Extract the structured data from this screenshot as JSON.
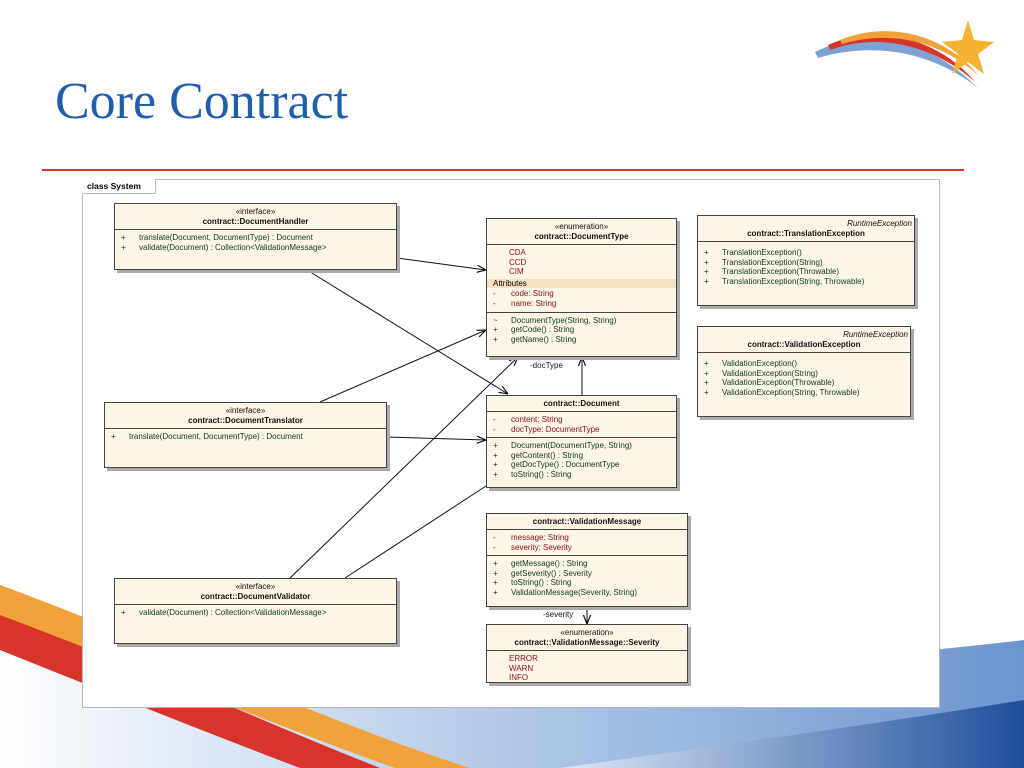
{
  "slide": {
    "title": "Core Contract"
  },
  "frame": {
    "label": "class System"
  },
  "classes": {
    "handler": {
      "stereotype": "«interface»",
      "name": "contract::DocumentHandler",
      "operations": [
        "translate(Document, DocumentType) : Document",
        "validate(Document) : Collection<ValidationMessage>"
      ]
    },
    "translator": {
      "stereotype": "«interface»",
      "name": "contract::DocumentTranslator",
      "operations": [
        "translate(Document, DocumentType) : Document"
      ]
    },
    "validator": {
      "stereotype": "«interface»",
      "name": "contract::DocumentValidator",
      "operations": [
        "validate(Document) : Collection<ValidationMessage>"
      ]
    },
    "doctype": {
      "stereotype": "«enumeration»",
      "name": "contract::DocumentType",
      "literals": [
        "CDA",
        "CCD",
        "CIM"
      ],
      "attributes_heading": "Attributes",
      "attributes": [
        "code:  String",
        "name:  String"
      ],
      "operations": [
        {
          "vis": "~",
          "text": "DocumentType(String, String)"
        },
        {
          "vis": "+",
          "text": "getCode() : String"
        },
        {
          "vis": "+",
          "text": "getName() : String"
        }
      ]
    },
    "document": {
      "name": "contract::Document",
      "attributes": [
        "content:  String",
        "docType:  DocumentType"
      ],
      "operations": [
        "Document(DocumentType, String)",
        "getContent() : String",
        "getDocType() : DocumentType",
        "toString() : String"
      ]
    },
    "vmessage": {
      "name": "contract::ValidationMessage",
      "attributes": [
        "message:  String",
        "severity:  Severity"
      ],
      "operations": [
        "getMessage() : String",
        "getSeverity() : Severity",
        "toString() : String",
        "ValidationMessage(Severity, String)"
      ]
    },
    "severity": {
      "stereotype": "«enumeration»",
      "name": "contract::ValidationMessage::Severity",
      "literals": [
        "ERROR",
        "WARN",
        "INFO"
      ]
    },
    "transexc": {
      "superclass": "RuntimeException",
      "name": "contract::TranslationException",
      "operations": [
        "TranslationException()",
        "TranslationException(String)",
        "TranslationException(Throwable)",
        "TranslationException(String, Throwable)"
      ]
    },
    "valexc": {
      "superclass": "RuntimeException",
      "name": "contract::ValidationException",
      "operations": [
        "ValidationException()",
        "ValidationException(String)",
        "ValidationException(Throwable)",
        "ValidationException(String, Throwable)"
      ]
    }
  },
  "roles": {
    "doc_type": "-docType",
    "severity": "-severity"
  },
  "visibility": {
    "public": "+",
    "private": "-"
  },
  "colors": {
    "title": "#1f5ea8",
    "rule": "#d9342b",
    "box_fill": "#fdf5e6",
    "literal": "#8b1010",
    "operation": "#0b3a1e"
  }
}
